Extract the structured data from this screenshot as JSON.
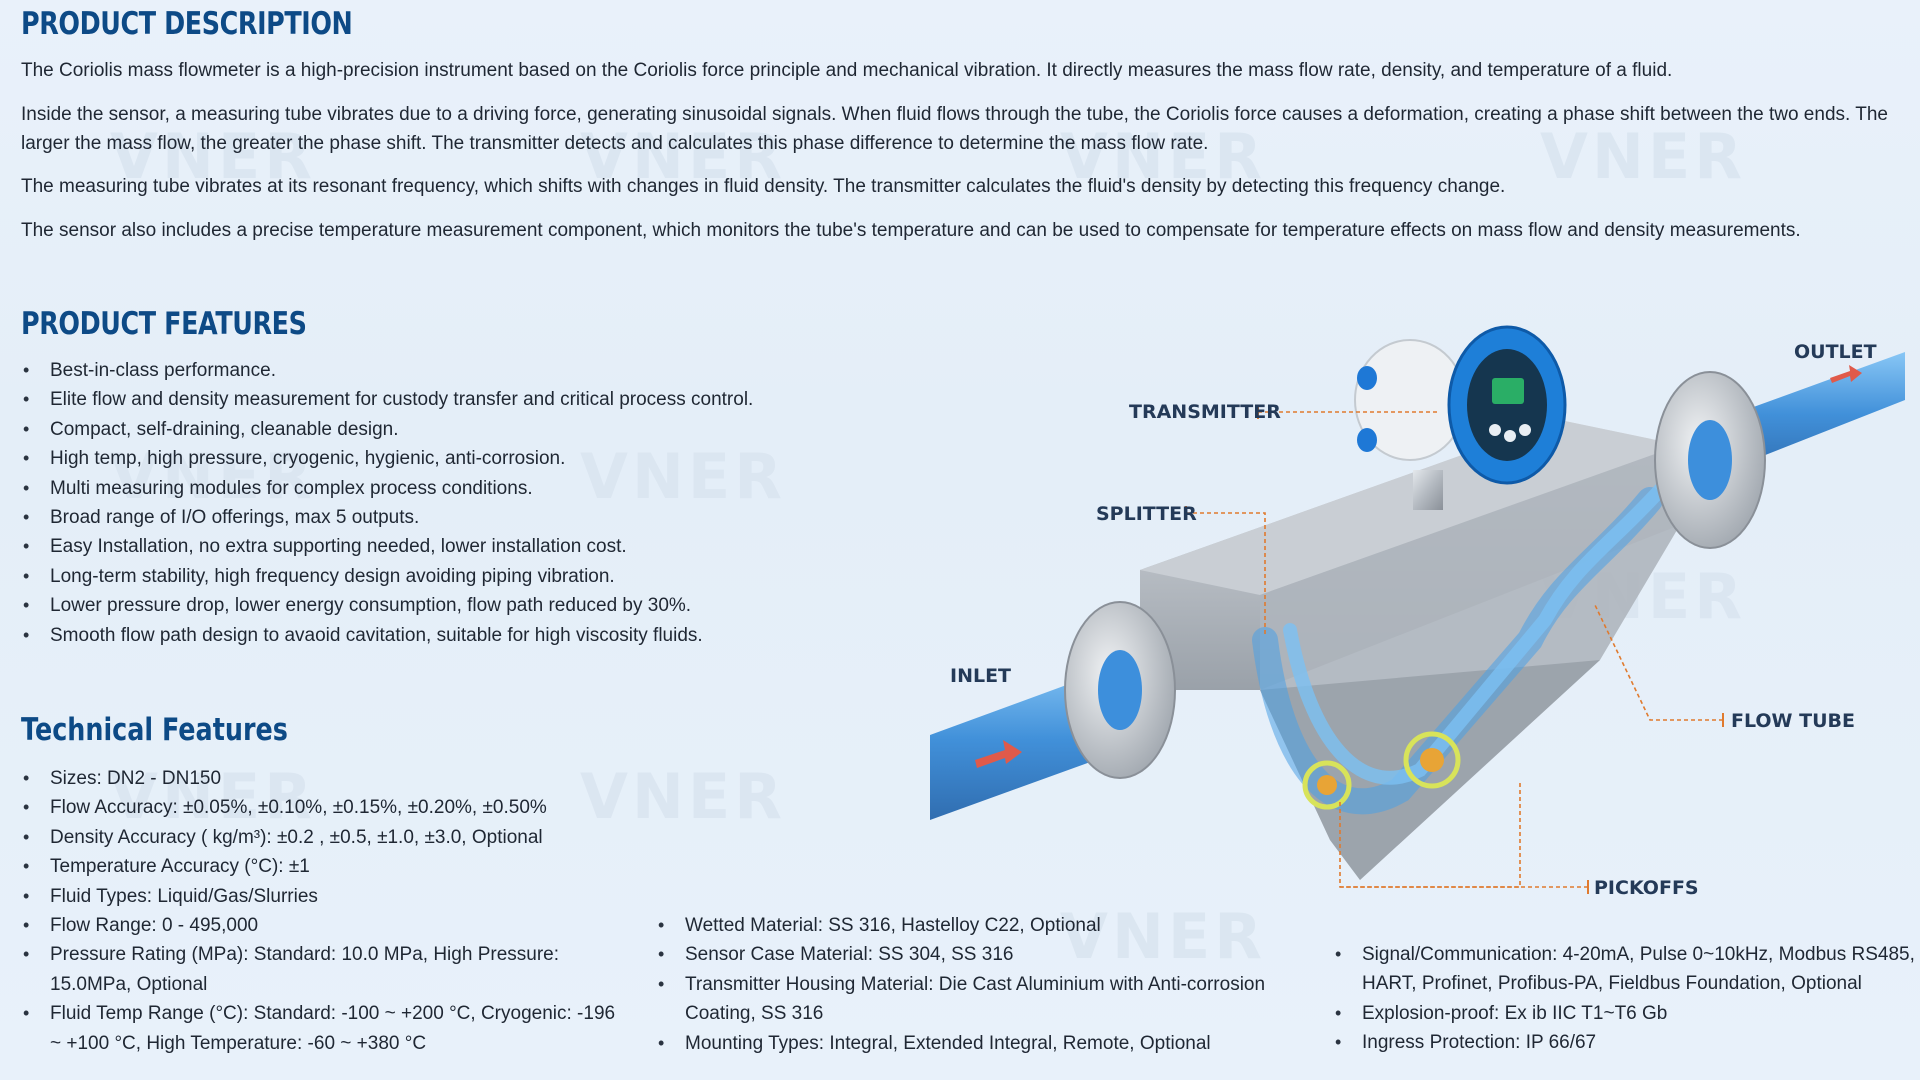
{
  "description": {
    "heading": "PRODUCT DESCRIPTION",
    "paragraphs": [
      "The Coriolis mass flowmeter is a high-precision instrument based on the Coriolis force principle and mechanical vibration. It directly measures the mass flow rate, density, and temperature of a fluid.",
      "Inside the sensor, a measuring tube vibrates due to a driving force, generating sinusoidal signals. When fluid flows through the tube, the Coriolis force causes a deformation, creating a phase shift between the two ends. The larger the mass flow, the greater the phase shift. The transmitter detects and calculates this phase difference to determine the mass flow rate.",
      "The measuring tube vibrates at its resonant frequency, which shifts with changes in fluid density. The transmitter calculates the fluid's density by detecting this frequency change.",
      "The sensor also includes a precise temperature measurement component, which monitors the tube's temperature and can be used to compensate for temperature effects on mass flow and density measurements."
    ]
  },
  "features": {
    "heading": "PRODUCT FEATURES",
    "items": [
      "Best-in-class performance.",
      "Elite flow and density measurement for custody transfer and critical process control.",
      "Compact, self-draining, cleanable design.",
      "High temp, high pressure, cryogenic, hygienic, anti-corrosion.",
      "Multi measuring modules for complex process conditions.",
      "Broad range of I/O offerings, max 5 outputs.",
      "Easy Installation, no extra supporting needed, lower installation cost.",
      "Long-term stability, high frequency design avoiding piping vibration.",
      "Lower pressure drop, lower energy consumption, flow path reduced by 30%.",
      "Smooth flow path design to avaoid cavitation, suitable for high viscosity fluids."
    ]
  },
  "technical": {
    "heading": "Technical Features",
    "col1": [
      "Sizes: DN2 - DN150",
      "Flow Accuracy: ±0.05%, ±0.10%, ±0.15%, ±0.20%, ±0.50%",
      "Density Accuracy ( kg/m³): ±0.2 , ±0.5, ±1.0, ±3.0, Optional",
      "Temperature Accuracy (°C): ±1",
      "Fluid Types: Liquid/Gas/Slurries",
      "Flow Range: 0 - 495,000",
      "Pressure Rating (MPa): Standard: 10.0 MPa, High Pressure: 15.0MPa, Optional",
      "Fluid Temp Range (°C): Standard: -100 ~ +200 °C, Cryogenic: -196 ~ +100 °C, High Temperature: -60 ~ +380 °C"
    ],
    "col2": [
      "Wetted Material: SS 316, Hastelloy C22, Optional",
      "Sensor Case Material: SS 304, SS 316",
      "Transmitter Housing Material: Die Cast Aluminium with Anti-corrosion Coating, SS 316",
      "Mounting Types: Integral, Extended Integral, Remote, Optional"
    ],
    "col3": [
      "Signal/Communication: 4-20mA, Pulse 0~10kHz, Modbus RS485, HART, Profinet, Profibus-PA, Fieldbus Foundation, Optional",
      "Explosion-proof: Ex ib IIC T1~T6 Gb",
      "Ingress Protection: IP 66/67"
    ]
  },
  "diagram": {
    "labels": {
      "outlet": "OUTLET",
      "transmitter": "TRANSMITTER",
      "splitter": "SPLITTER",
      "inlet": "INLET",
      "flow_tube": "FLOW TUBE",
      "pickoffs": "PICKOFFS"
    },
    "watermark": "VNER",
    "colors": {
      "heading": "#0d4a86",
      "callout_line": "#e07a2e",
      "pipe_blue": "#3d8fdc"
    }
  }
}
